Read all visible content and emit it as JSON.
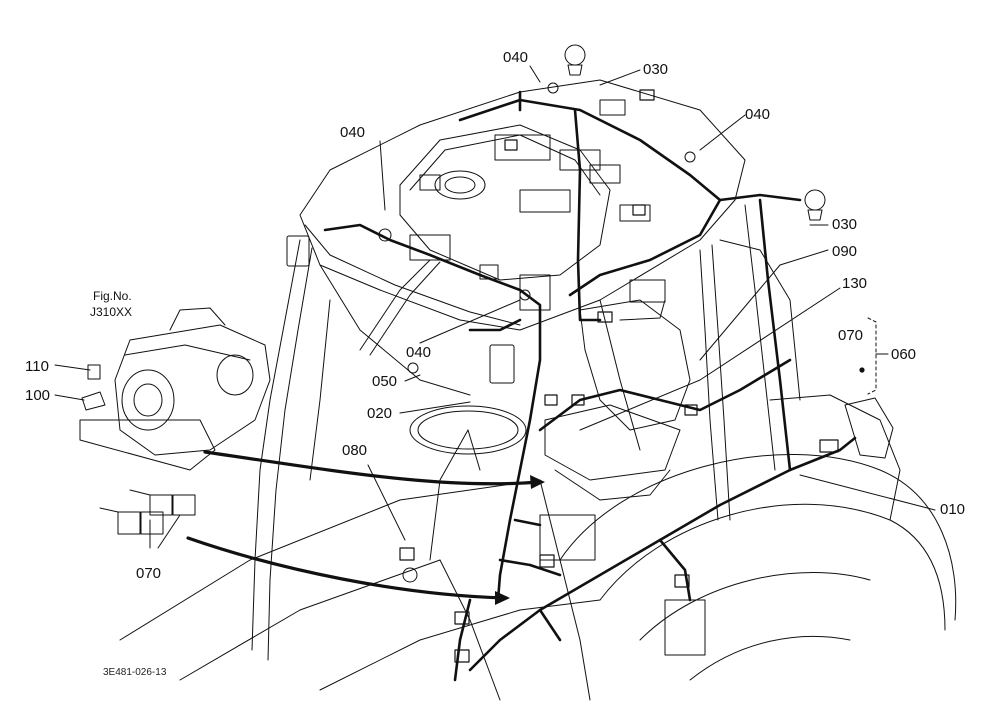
{
  "colors": {
    "line": "#111111",
    "paper": "#ffffff"
  },
  "figure_ref": {
    "line1": "Fig.No.",
    "line2": "J310XX"
  },
  "callouts": {
    "top_040": "040",
    "top_030": "030",
    "right_040": "040",
    "left_040": "040",
    "right_030": "030",
    "c090": "090",
    "c130": "130",
    "c070_right": "070",
    "c060": "060",
    "mid_040": "040",
    "c050": "050",
    "c020": "020",
    "c080": "080",
    "c110": "110",
    "c100": "100",
    "c010": "010",
    "c070_left": "070"
  },
  "drawing_code": "3E481-026-13"
}
